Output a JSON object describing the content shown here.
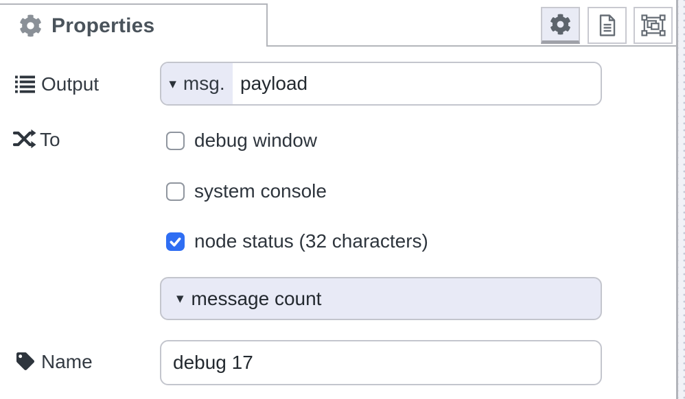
{
  "icons": {
    "caret_down": "▾"
  },
  "header": {
    "tab": {
      "label": "Properties",
      "icon": "gear-icon"
    },
    "toolbar": [
      {
        "icon": "gear-icon",
        "active": true
      },
      {
        "icon": "document-icon",
        "active": false
      },
      {
        "icon": "appearance-icon",
        "active": false
      }
    ]
  },
  "form": {
    "output": {
      "label": "Output",
      "type": "msg.",
      "value": "payload"
    },
    "to": {
      "label": "To",
      "options": [
        {
          "label": "debug window",
          "checked": false
        },
        {
          "label": "system console",
          "checked": false
        },
        {
          "label": "node status (32 characters)",
          "checked": true
        }
      ]
    },
    "status_type": {
      "value": "message count"
    },
    "name": {
      "label": "Name",
      "value": "debug 17"
    }
  },
  "colors": {
    "accent_lavender": "#e8eaf6",
    "checkbox_blue": "#2f6ef3",
    "border_gray": "#b3b5bb"
  }
}
